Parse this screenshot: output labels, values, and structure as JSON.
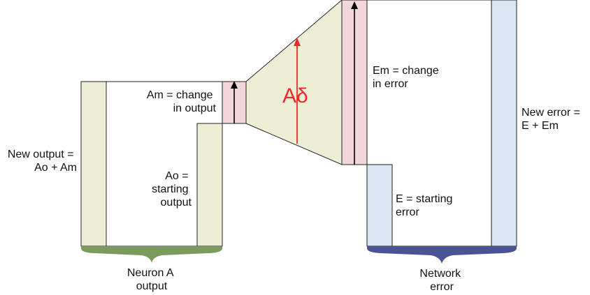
{
  "labels": {
    "new_output": [
      "New output =",
      "Ao + Am"
    ],
    "am_change": [
      "Am = change",
      "in output"
    ],
    "ao_start": [
      "Ao =",
      "starting",
      "output"
    ],
    "delta_symbol": "Aδ",
    "em_change": [
      "Em = change",
      "in error"
    ],
    "new_error": [
      "New error =",
      "E + Em"
    ],
    "e_start": [
      "E = starting",
      "error"
    ],
    "neuron_output": [
      "Neuron A",
      "output"
    ],
    "network_error": [
      "Network",
      "error"
    ]
  },
  "colors": {
    "green_fill": "#eeeed6",
    "pink_fill": "#f3d6da",
    "blue_fill": "#dbe4f3",
    "outline": "#222222",
    "arrow_red": "#ee2b2b",
    "arrow_black": "#000000",
    "brace_green": "#7a9a5e",
    "brace_blue": "#4a5494"
  }
}
